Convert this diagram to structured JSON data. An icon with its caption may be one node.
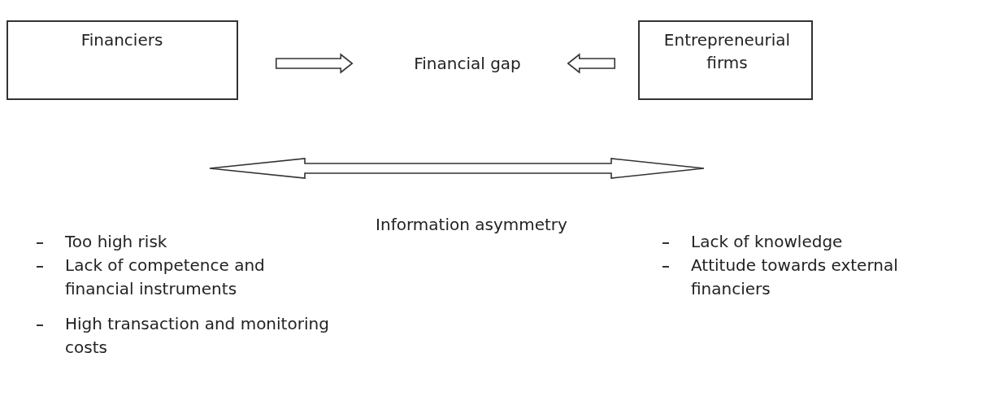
{
  "diagram": {
    "nodes": [
      {
        "text": [
          "Financiers"
        ]
      },
      {
        "text": [
          "Financial gap"
        ]
      },
      {
        "text": [
          "Entrepreneurial firms"
        ]
      }
    ],
    "edges": [
      {
        "from": 0,
        "to": 1,
        "arrow": "to"
      },
      {
        "from": 2,
        "to": 1,
        "arrow": "to"
      }
    ],
    "labels": [
      "Information asymmetry",
      "Too high risk",
      "Lack of competence and financial instruments",
      "High transaction and monitoring costs",
      "Lack of knowledge",
      "Attitude towards external financiers"
    ]
  }
}
